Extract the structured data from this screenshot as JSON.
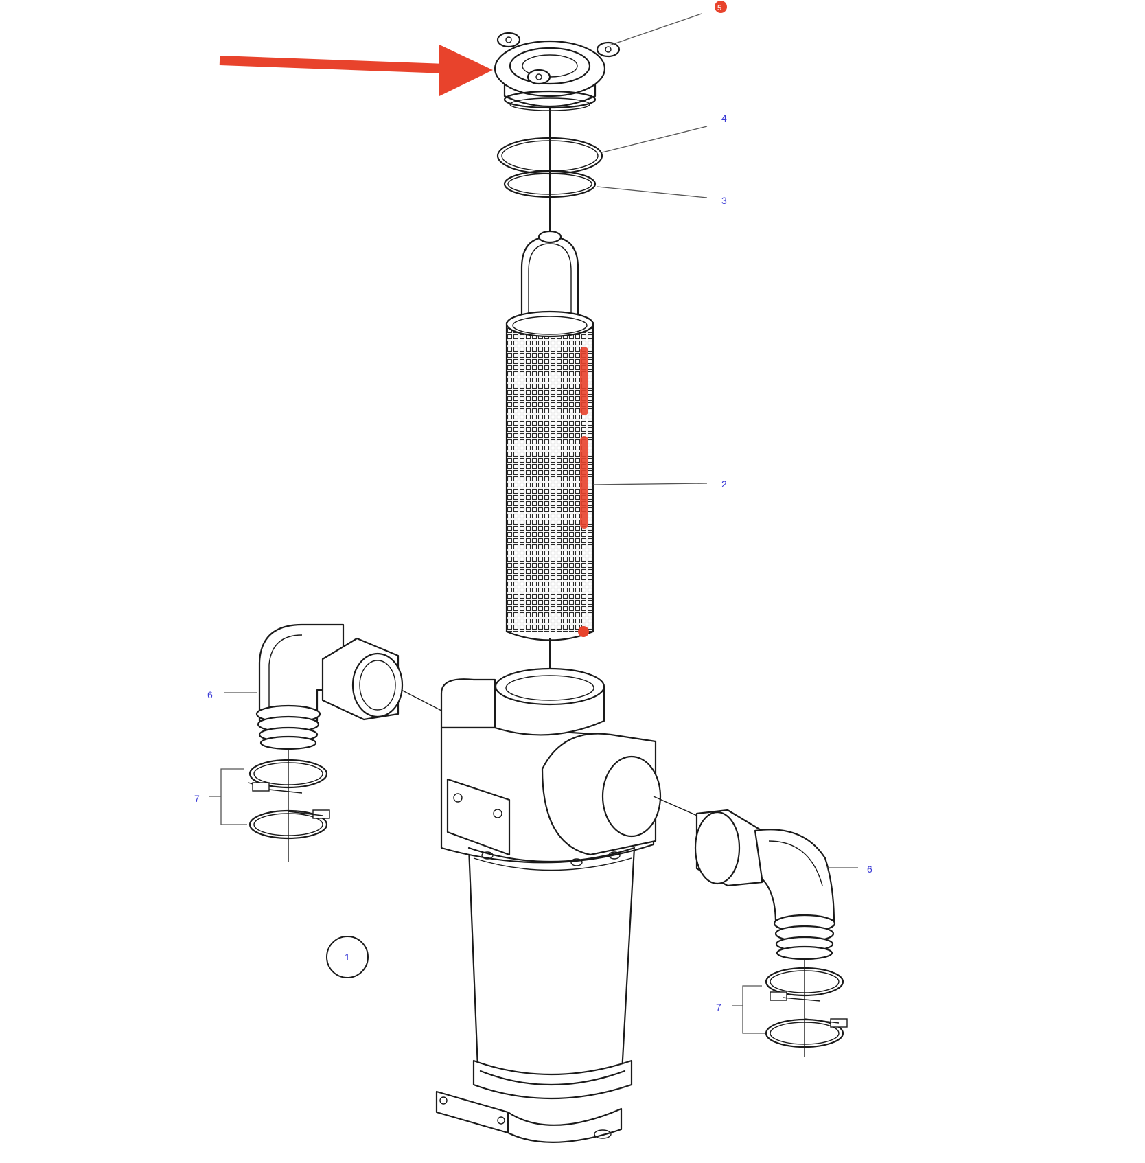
{
  "callouts": {
    "part_1": "1",
    "part_2": "2",
    "part_3": "3",
    "part_4": "4",
    "part_5": "5",
    "part_6_left": "6",
    "part_6_right": "6",
    "part_7_left": "7",
    "part_7_right": "7"
  },
  "colors": {
    "highlight": "#e8432c",
    "label": "#3b3bd6",
    "line": "#1a1a1a"
  },
  "icons": {
    "pointer": "arrow-right-icon",
    "selected_marker": "red-dot-icon"
  }
}
